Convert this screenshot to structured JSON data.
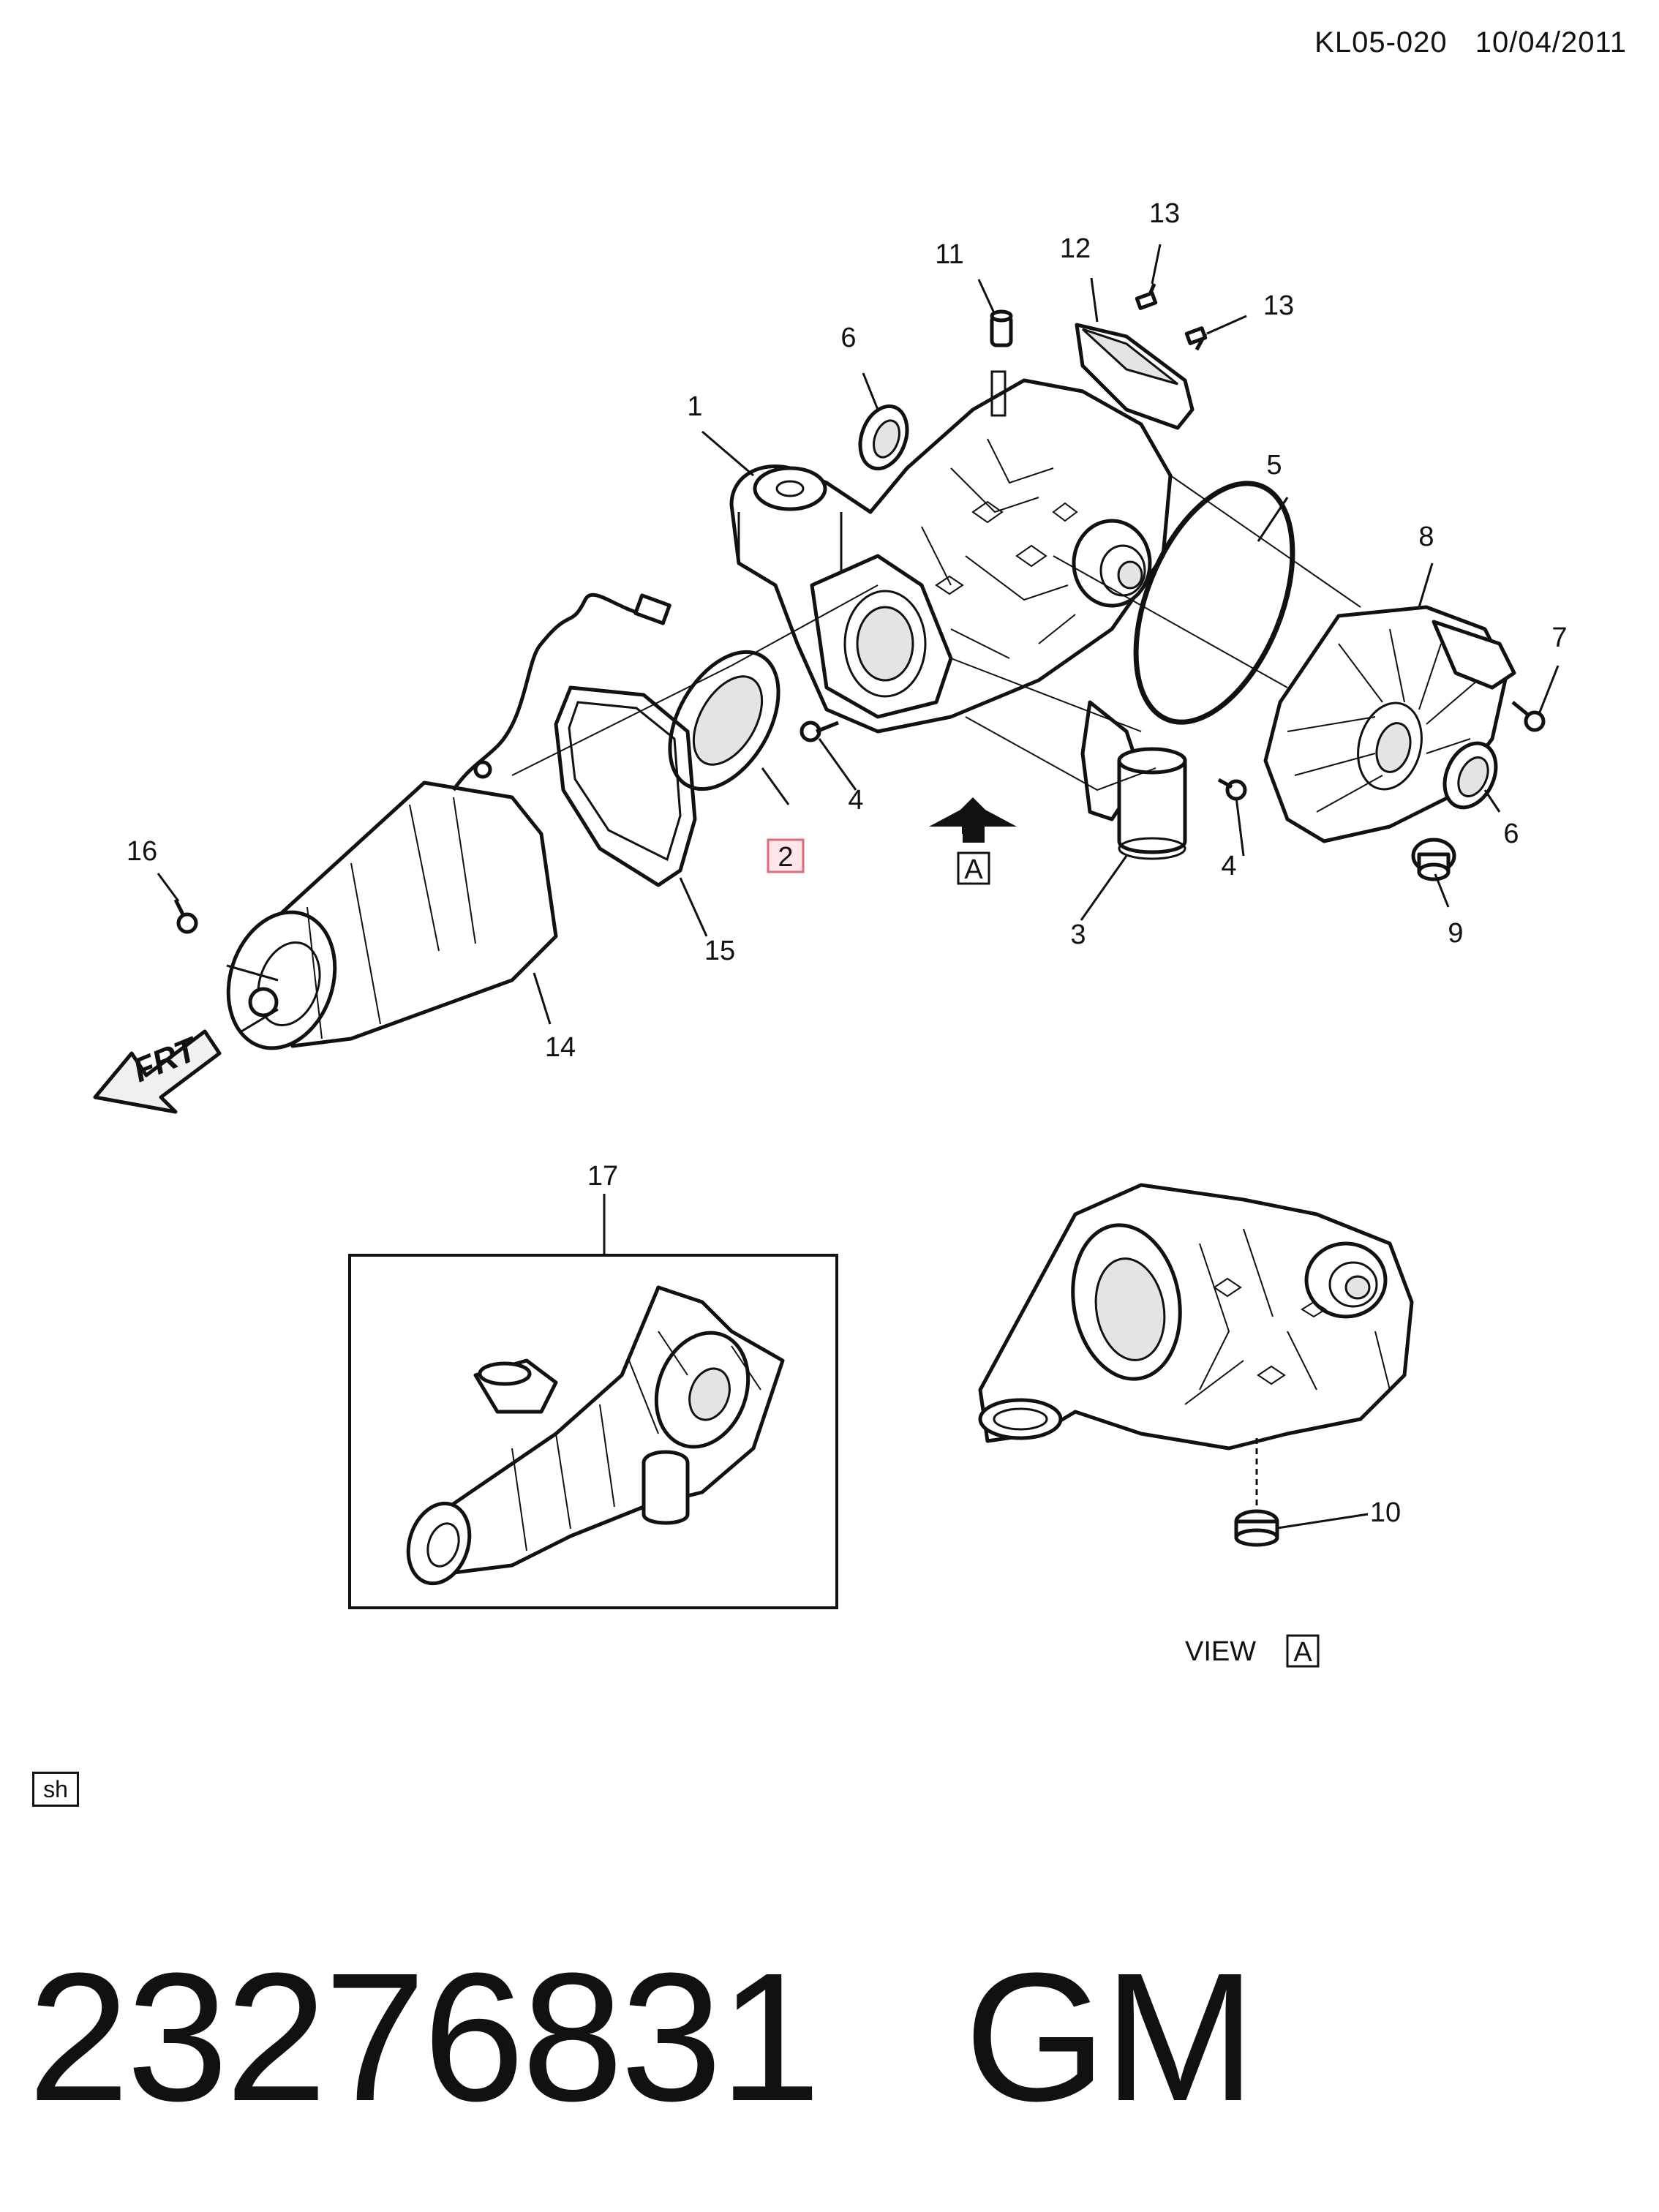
{
  "header": {
    "code": "KL05-020",
    "date": "10/04/2011"
  },
  "callouts": [
    {
      "id": "1",
      "label": "1"
    },
    {
      "id": "2",
      "label": "2",
      "highlighted": true
    },
    {
      "id": "3",
      "label": "3"
    },
    {
      "id": "4a",
      "label": "4"
    },
    {
      "id": "4b",
      "label": "4"
    },
    {
      "id": "5",
      "label": "5"
    },
    {
      "id": "6a",
      "label": "6"
    },
    {
      "id": "6b",
      "label": "6"
    },
    {
      "id": "7",
      "label": "7"
    },
    {
      "id": "8",
      "label": "8"
    },
    {
      "id": "9",
      "label": "9"
    },
    {
      "id": "10",
      "label": "10"
    },
    {
      "id": "11",
      "label": "11"
    },
    {
      "id": "12",
      "label": "12"
    },
    {
      "id": "13a",
      "label": "13"
    },
    {
      "id": "13b",
      "label": "13"
    },
    {
      "id": "14",
      "label": "14"
    },
    {
      "id": "15",
      "label": "15"
    },
    {
      "id": "16",
      "label": "16"
    },
    {
      "id": "17",
      "label": "17"
    }
  ],
  "view_marker": {
    "letter": "A"
  },
  "view_label": {
    "text": "VIEW",
    "letter": "A"
  },
  "front_arrow": {
    "text": "FRT"
  },
  "sh_tag": "sh",
  "part_number": "23276831",
  "brand": "GM",
  "colors": {
    "highlight_border": "#e06a7a",
    "highlight_fill": "#fde6e9",
    "line": "#111111"
  }
}
